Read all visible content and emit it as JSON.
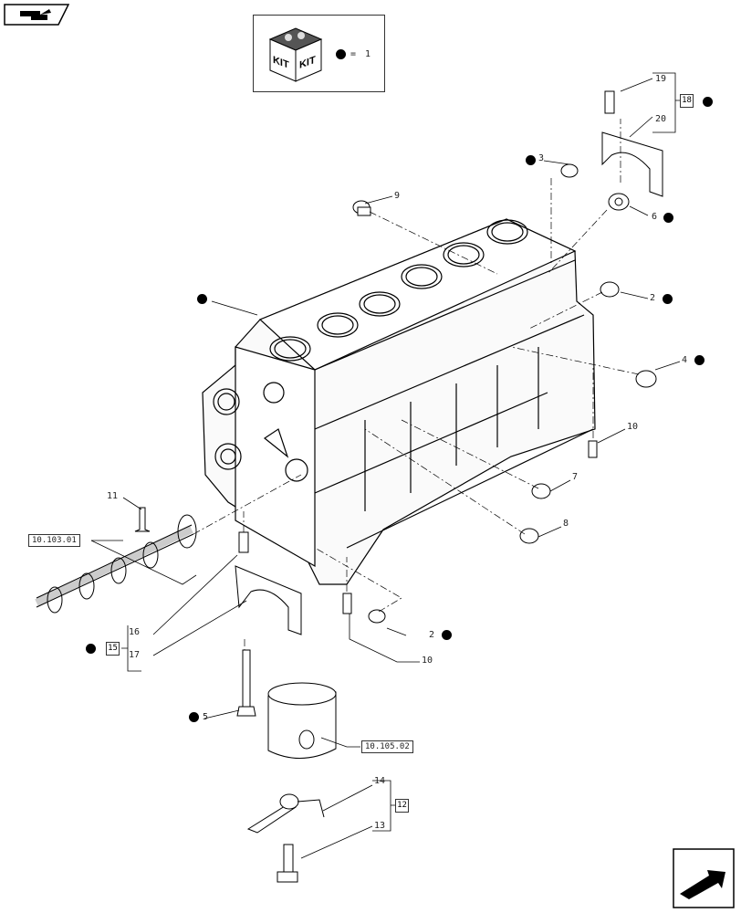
{
  "kit": {
    "box_text_left": "KIT",
    "box_text_right": "KIT",
    "equals": "=",
    "kit_number": "1"
  },
  "refs": {
    "camshaft": "10.103.01",
    "piston": "10.105.02"
  },
  "labels": {
    "l19": "19",
    "l18": "18",
    "l20": "20",
    "l3": "3",
    "l9": "9",
    "l6": "6",
    "l2a": "2",
    "l4": "4",
    "l10a": "10",
    "l7": "7",
    "l8": "8",
    "l11": "11",
    "l16": "16",
    "l15": "15",
    "l17": "17",
    "l2b": "2",
    "l10b": "10",
    "l5": "5",
    "l14": "14",
    "l12": "12",
    "l13": "13"
  }
}
